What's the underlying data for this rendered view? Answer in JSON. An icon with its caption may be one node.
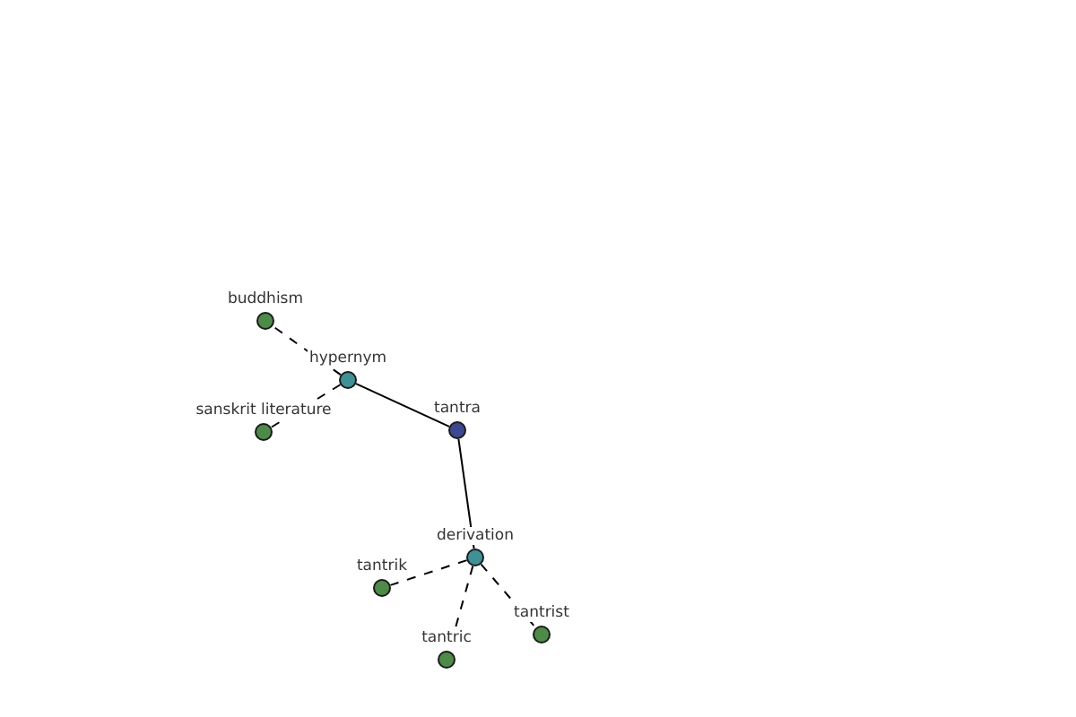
{
  "diagram": {
    "nodes": [
      {
        "text": [
          "buddhism"
        ]
      },
      {
        "text": [
          "hypernym"
        ]
      },
      {
        "text": [
          "sanskrit literature"
        ]
      },
      {
        "text": [
          "tantra"
        ]
      },
      {
        "text": [
          "derivation"
        ]
      },
      {
        "text": [
          "tantrik"
        ]
      },
      {
        "text": [
          "tantrist"
        ]
      },
      {
        "text": [
          "tantric"
        ]
      }
    ],
    "edges": [
      {
        "from": 3,
        "to": 1,
        "arrow": "none"
      },
      {
        "from": 1,
        "to": 0,
        "arrow": "none",
        "style": "dashed"
      },
      {
        "from": 1,
        "to": 2,
        "arrow": "none",
        "style": "dashed"
      },
      {
        "from": 3,
        "to": 4,
        "arrow": "none"
      },
      {
        "from": 4,
        "to": 5,
        "arrow": "none",
        "style": "dashed"
      },
      {
        "from": 4,
        "to": 6,
        "arrow": "none",
        "style": "dashed"
      },
      {
        "from": 4,
        "to": 7,
        "arrow": "none",
        "style": "dashed"
      }
    ]
  }
}
